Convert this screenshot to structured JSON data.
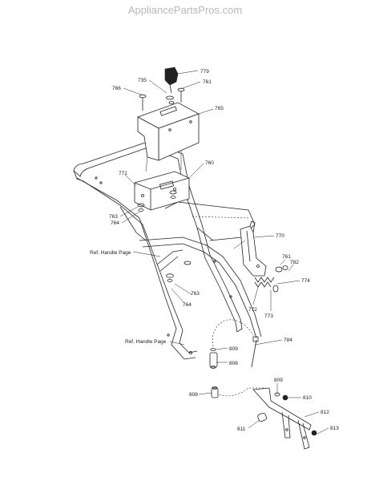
{
  "watermark": "AppliancePartsPros.com",
  "parts": [
    {
      "id": "p779",
      "label": "779"
    },
    {
      "id": "p735",
      "label": "735"
    },
    {
      "id": "p761a",
      "label": "761"
    },
    {
      "id": "p766",
      "label": "766"
    },
    {
      "id": "p765",
      "label": "765"
    },
    {
      "id": "p760",
      "label": "760"
    },
    {
      "id": "p771",
      "label": "771"
    },
    {
      "id": "p763a",
      "label": "763"
    },
    {
      "id": "p764a",
      "label": "764"
    },
    {
      "id": "p770",
      "label": "770"
    },
    {
      "id": "p761b",
      "label": "761"
    },
    {
      "id": "p782",
      "label": "782"
    },
    {
      "id": "p774",
      "label": "774"
    },
    {
      "id": "p763b",
      "label": "763"
    },
    {
      "id": "p764b",
      "label": "764"
    },
    {
      "id": "p772",
      "label": "772"
    },
    {
      "id": "p773",
      "label": "773"
    },
    {
      "id": "p784",
      "label": "784"
    },
    {
      "id": "p809a",
      "label": "809"
    },
    {
      "id": "p806",
      "label": "806"
    },
    {
      "id": "p808",
      "label": "808"
    },
    {
      "id": "p809b",
      "label": "809"
    },
    {
      "id": "p810",
      "label": "810"
    },
    {
      "id": "p812",
      "label": "812"
    },
    {
      "id": "p811",
      "label": "811"
    },
    {
      "id": "p813",
      "label": "813"
    }
  ],
  "references": [
    {
      "id": "ref1",
      "text": "Ref. Handle Page"
    },
    {
      "id": "ref2",
      "text": "Ref. Handle Page"
    }
  ]
}
